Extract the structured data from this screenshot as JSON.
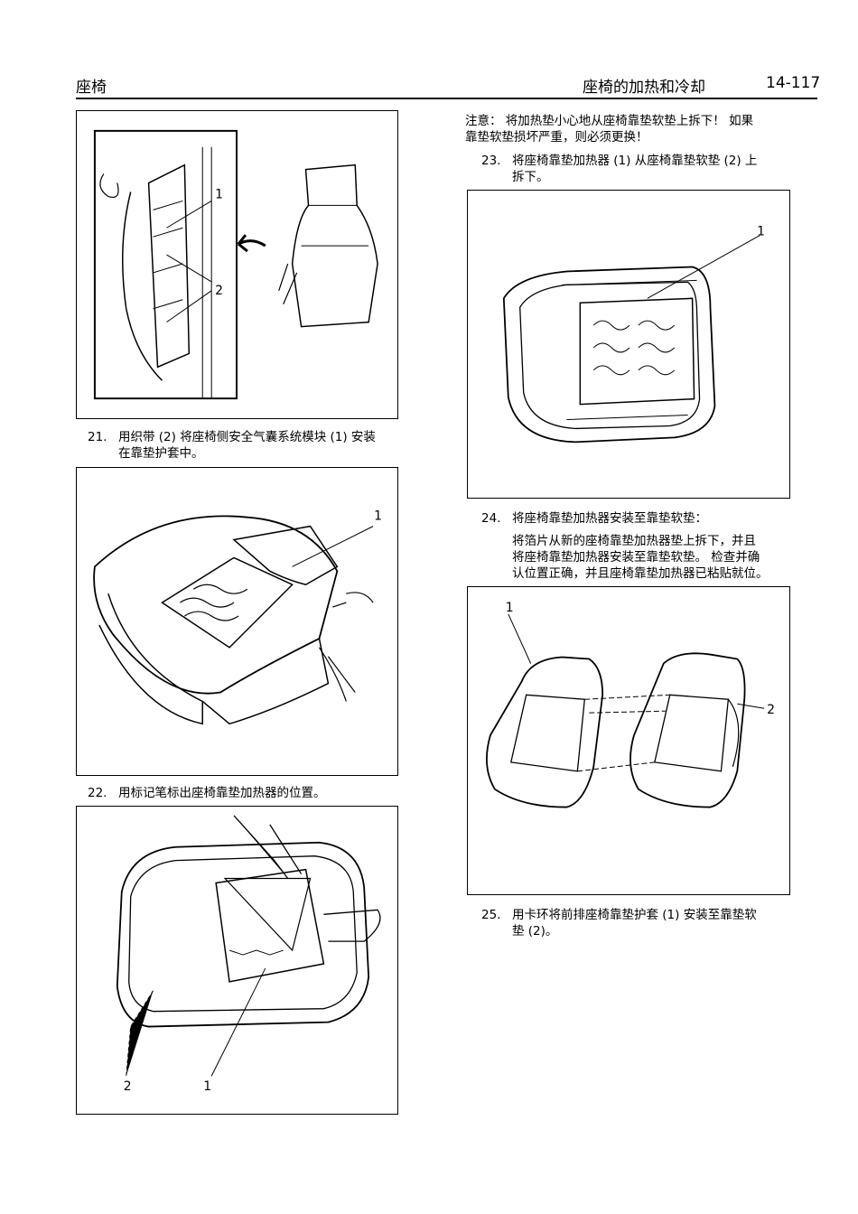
{
  "header": {
    "section": "座椅",
    "title": "座椅的加热和冷却",
    "page": "14-117"
  },
  "note": {
    "line1": "注意： 将加热垫小心地从座椅靠垫软垫上拆下！ 如果",
    "line2": "靠垫软垫损坏严重，则必须更换！"
  },
  "steps": [
    {
      "num": "21.",
      "line1": "用织带 (2) 将座椅侧安全气囊系统模块 (1) 安装",
      "line2": "在靠垫护套中。"
    },
    {
      "num": "22.",
      "line1": "用标记笔标出座椅靠垫加热器的位置。",
      "line2": ""
    },
    {
      "num": "23.",
      "line1": "将座椅靠垫加热器 (1) 从座椅靠垫软垫 (2) 上",
      "line2": "拆下。"
    },
    {
      "num": "24.",
      "line1": "将座椅靠垫加热器安装至靠垫软垫：",
      "line2": ""
    },
    {
      "num": "25.",
      "line1": "用卡环将前排座椅靠垫护套 (1) 安装至靠垫软",
      "line2": "垫 (2)。"
    }
  ],
  "step24_detail": {
    "line1": "将箔片从新的座椅靠垫加热器垫上拆下，并且",
    "line2": "将座椅靠垫加热器安装至靠垫软垫。 检查并确",
    "line3": "认位置正确，并且座椅靠垫加热器已粘贴就位。"
  },
  "figures": {
    "fig1": {
      "c1": "1",
      "c2": "2"
    },
    "fig2": {
      "c1": "1"
    },
    "fig3": {
      "c1": "2",
      "c2": "1"
    },
    "fig4": {
      "c1": "1"
    },
    "fig5": {
      "c1": "1",
      "c2": "2"
    }
  }
}
